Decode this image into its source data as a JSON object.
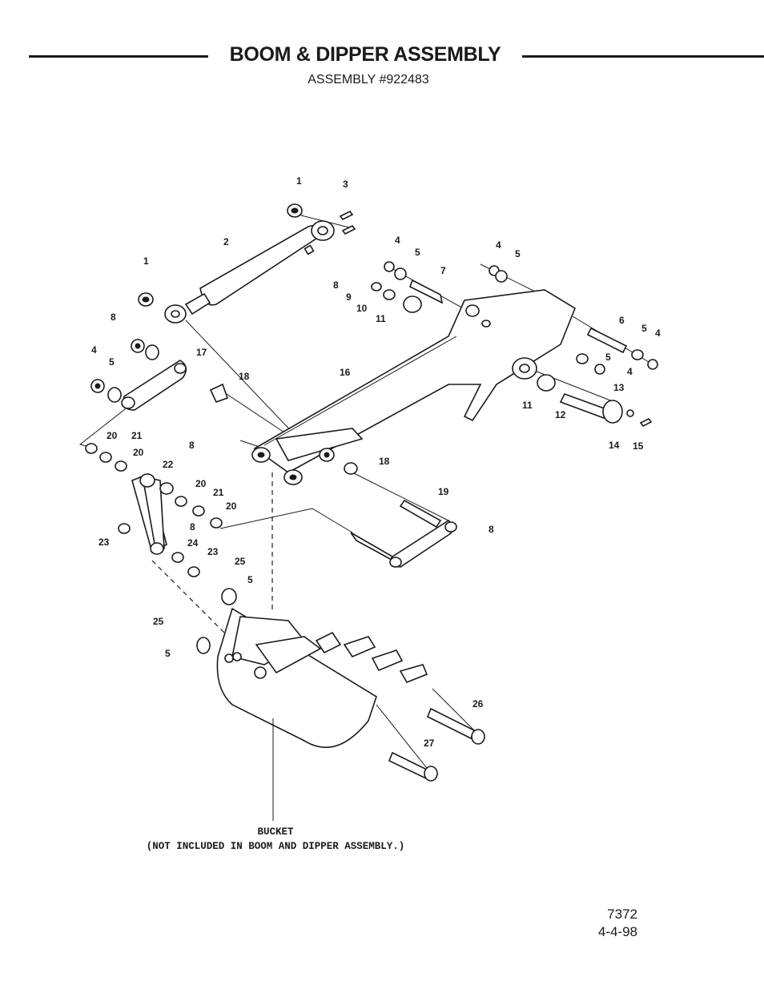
{
  "header": {
    "title": "BOOM & DIPPER ASSEMBLY",
    "subtitle": "ASSEMBLY #922483"
  },
  "diagram": {
    "callouts": [
      "1",
      "3",
      "2",
      "1",
      "4",
      "5",
      "7",
      "4",
      "5",
      "8",
      "9",
      "10",
      "11",
      "8",
      "4",
      "5",
      "17",
      "18",
      "16",
      "6",
      "5",
      "4",
      "5",
      "4",
      "13",
      "11",
      "12",
      "14",
      "15",
      "20",
      "21",
      "20",
      "8",
      "22",
      "18",
      "20",
      "21",
      "20",
      "8",
      "19",
      "8",
      "23",
      "24",
      "23",
      "25",
      "5",
      "25",
      "5",
      "26",
      "27"
    ],
    "bucket_note": {
      "line1": "BUCKET",
      "line2": "(NOT INCLUDED IN BOOM AND DIPPER ASSEMBLY.)"
    }
  },
  "footer": {
    "drawing_number": "7372",
    "date": "4-4-98"
  }
}
